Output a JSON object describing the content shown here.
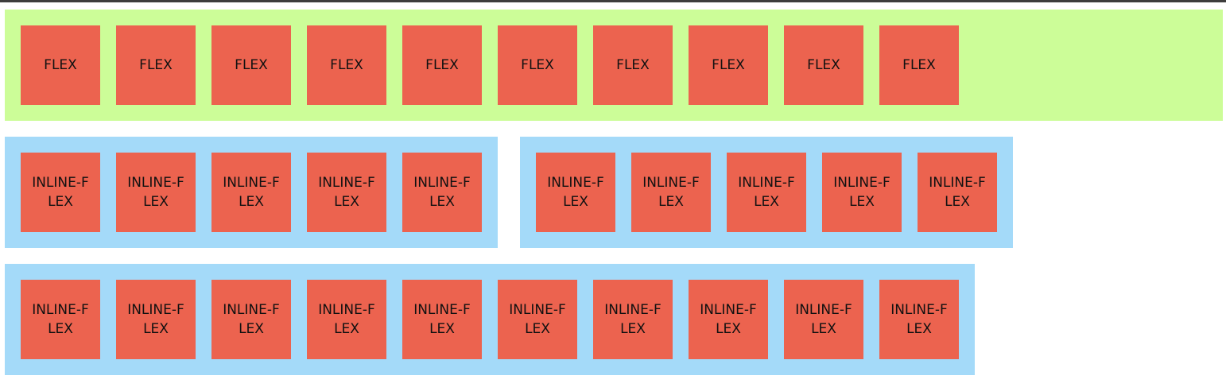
{
  "flex_row": {
    "boxes": [
      "FLEX",
      "FLEX",
      "FLEX",
      "FLEX",
      "FLEX",
      "FLEX",
      "FLEX",
      "FLEX",
      "FLEX",
      "FLEX"
    ]
  },
  "inline_row_1": {
    "container_a": {
      "boxes": [
        "INLINE-FLEX",
        "INLINE-FLEX",
        "INLINE-FLEX",
        "INLINE-FLEX",
        "INLINE-FLEX"
      ]
    },
    "container_b": {
      "boxes": [
        "INLINE-FLEX",
        "INLINE-FLEX",
        "INLINE-FLEX",
        "INLINE-FLEX",
        "INLINE-FLEX"
      ]
    }
  },
  "inline_row_2": {
    "boxes": [
      "INLINE-FLEX",
      "INLINE-FLEX",
      "INLINE-FLEX",
      "INLINE-FLEX",
      "INLINE-FLEX",
      "INLINE-FLEX",
      "INLINE-FLEX",
      "INLINE-FLEX",
      "INLINE-FLEX",
      "INLINE-FLEX"
    ]
  },
  "colors": {
    "flex_container_bg": "#ccfd98",
    "inline_flex_container_bg": "#a4daf9",
    "box_bg": "#ec634f",
    "box_text": "#111111",
    "top_bar": "#3d3d3d"
  }
}
